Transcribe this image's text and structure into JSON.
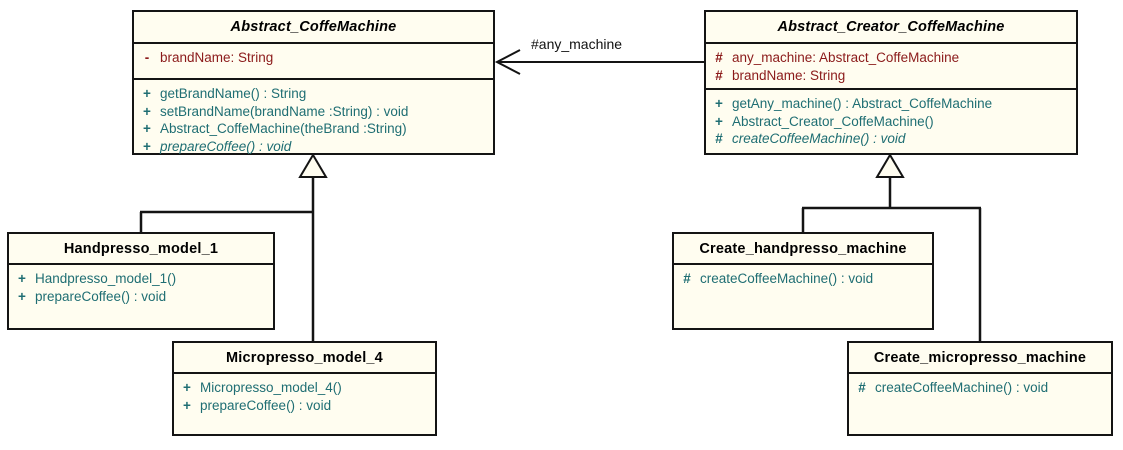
{
  "diagram": {
    "type": "uml-class-diagram",
    "colors": {
      "box_fill": "#FFFDF0",
      "border": "#141414",
      "attribute_text": "#8B1A1A",
      "method_text": "#1F6E73",
      "title_text": "#000000",
      "background": "#FFFFFF"
    }
  },
  "classes": {
    "abstract_coffemachine": {
      "name": "Abstract_CoffeMachine",
      "attributes": [
        {
          "visibility": "-",
          "text": "brandName:  String"
        }
      ],
      "methods": [
        {
          "visibility": "+",
          "text": "getBrandName() : String",
          "abstract": false
        },
        {
          "visibility": "+",
          "text": "setBrandName(brandName :String) : void",
          "abstract": false
        },
        {
          "visibility": "+",
          "text": "Abstract_CoffeMachine(theBrand :String)",
          "abstract": false
        },
        {
          "visibility": "+",
          "text": "prepareCoffee() : void",
          "abstract": true
        }
      ]
    },
    "abstract_creator_coffemachine": {
      "name": "Abstract_Creator_CoffeMachine",
      "attributes": [
        {
          "visibility": "#",
          "text": "any_machine:  Abstract_CoffeMachine"
        },
        {
          "visibility": "#",
          "text": "brandName:  String"
        }
      ],
      "methods": [
        {
          "visibility": "+",
          "text": "getAny_machine() : Abstract_CoffeMachine",
          "abstract": false
        },
        {
          "visibility": "+",
          "text": "Abstract_Creator_CoffeMachine()",
          "abstract": false
        },
        {
          "visibility": "#",
          "text": "createCoffeeMachine() : void",
          "abstract": true
        }
      ]
    },
    "handpresso_model_1": {
      "name": "Handpresso_model_1",
      "attributes": [],
      "methods": [
        {
          "visibility": "+",
          "text": "Handpresso_model_1()",
          "abstract": false
        },
        {
          "visibility": "+",
          "text": "prepareCoffee() : void",
          "abstract": false
        }
      ]
    },
    "micropresso_model_4": {
      "name": "Micropresso_model_4",
      "attributes": [],
      "methods": [
        {
          "visibility": "+",
          "text": "Micropresso_model_4()",
          "abstract": false
        },
        {
          "visibility": "+",
          "text": "prepareCoffee() : void",
          "abstract": false
        }
      ]
    },
    "create_handpresso_machine": {
      "name": "Create_handpresso_machine",
      "attributes": [],
      "methods": [
        {
          "visibility": "#",
          "text": "createCoffeeMachine() : void",
          "abstract": false
        }
      ]
    },
    "create_micropresso_machine": {
      "name": "Create_micropresso_machine",
      "attributes": [],
      "methods": [
        {
          "visibility": "#",
          "text": "createCoffeeMachine() : void",
          "abstract": false
        }
      ]
    }
  },
  "relationships": {
    "association": {
      "label": "#any_machine",
      "from": "Abstract_Creator_CoffeMachine",
      "to": "Abstract_CoffeMachine",
      "arrow": "open"
    },
    "generalizations": [
      {
        "child": "Handpresso_model_1",
        "parent": "Abstract_CoffeMachine"
      },
      {
        "child": "Micropresso_model_4",
        "parent": "Abstract_CoffeMachine"
      },
      {
        "child": "Create_handpresso_machine",
        "parent": "Abstract_Creator_CoffeMachine"
      },
      {
        "child": "Create_micropresso_machine",
        "parent": "Abstract_Creator_CoffeMachine"
      }
    ]
  }
}
